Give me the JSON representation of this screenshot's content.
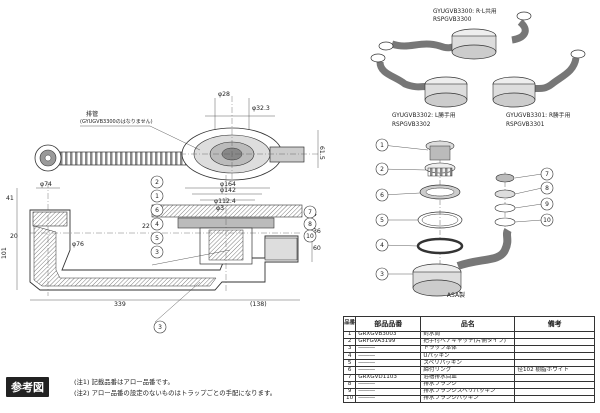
{
  "labels": {
    "title_top": "GYUGVB3300: R·L共用",
    "title_top_2": "RSPGVB3300",
    "title_left": "GYUGVB3302: L勝手用",
    "title_left_2": "RSPGVB3302",
    "title_right": "GYUGVB3301: R勝手用",
    "title_right_2": "RSPGVB3301",
    "asa": "ASA製",
    "hose_label": "排管",
    "hose_note": "(GYUGVB3300のはなりません)",
    "ref_tag": "参考図"
  },
  "dimensions": {
    "d_phi28": "φ28",
    "d_phi323": "φ32.3",
    "d_phi164": "φ164",
    "d_phi142": "φ142",
    "d_phi1124": "φ112.4",
    "d_phi74": "φ74",
    "d_phi76": "φ76",
    "d_41": "41",
    "d_20": "20",
    "d_101": "101",
    "d_22": "22",
    "d_4": "4",
    "d_36": "36",
    "d_60": "60",
    "d_615": "61.5",
    "d_339": "339",
    "d_138": "(138)",
    "d_phi3": "φ3"
  },
  "callouts": [
    "1",
    "2",
    "3",
    "4",
    "5",
    "6",
    "7",
    "8",
    "9",
    "10"
  ],
  "notes": [
    "(注1) 記載品番はアロー品番です。",
    "(注2) アロー品番の設定のないものはトラップごとの手配になります。"
  ],
  "table": {
    "headers": {
      "no": "品番",
      "part": "部品品番",
      "name": "品名",
      "remark": "備考"
    },
    "rows": [
      {
        "no": "1",
        "part": "GRXGVB3003",
        "name": "封水筒",
        "remark": ""
      },
      {
        "no": "2",
        "part": "GRYGVA3199",
        "name": "把手付ヘアキャッチ(片側タイプ)",
        "remark": ""
      },
      {
        "no": "3",
        "part": "―――",
        "name": "トラップ本体",
        "remark": ""
      },
      {
        "no": "4",
        "part": "―――",
        "name": "Uパッキン",
        "remark": ""
      },
      {
        "no": "5",
        "part": "―――",
        "name": "スベリパッキン",
        "remark": ""
      },
      {
        "no": "6",
        "part": "―――",
        "name": "締付リング",
        "remark": "径102  樹脂ホワイト"
      },
      {
        "no": "7",
        "part": "GRXGVD1103",
        "name": "浴槽排水目皿",
        "remark": ""
      },
      {
        "no": "8",
        "part": "―――",
        "name": "排水フランジ",
        "remark": ""
      },
      {
        "no": "9",
        "part": "―――",
        "name": "排水フランジスベリパッキン",
        "remark": ""
      },
      {
        "no": "10",
        "part": "―――",
        "name": "排水フランジパッキン",
        "remark": ""
      }
    ]
  }
}
